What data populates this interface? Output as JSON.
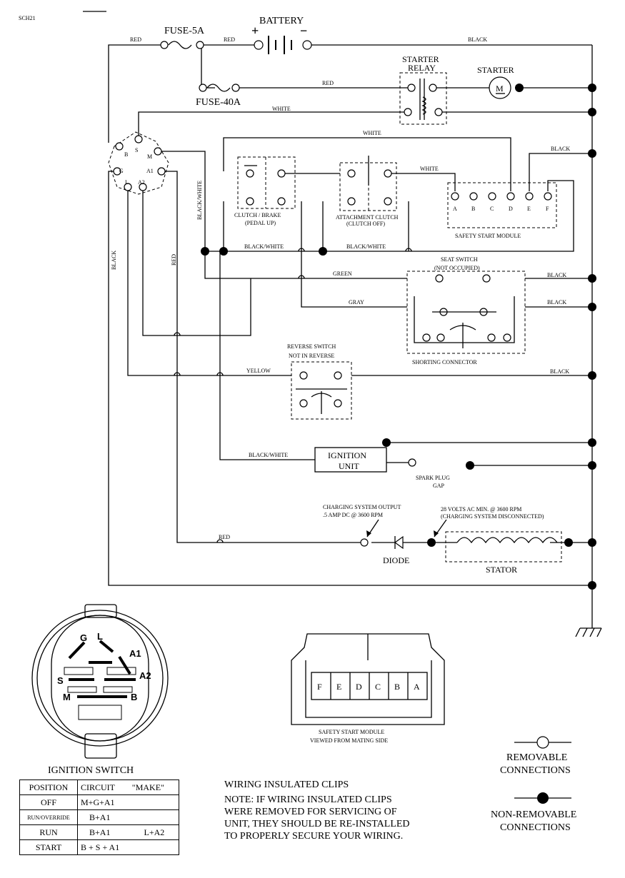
{
  "code": "SCH21",
  "components": {
    "fuse_5a": "FUSE-5A",
    "fuse_40a": "FUSE-40A",
    "battery": "BATTERY",
    "battery_plus": "+",
    "battery_minus": "−",
    "starter_relay": [
      "STARTER",
      "RELAY"
    ],
    "starter": "STARTER",
    "motor_symbol": "M",
    "ign_terminals": [
      "B",
      "S",
      "M",
      "G",
      "L",
      "A2",
      "A1"
    ],
    "clutch_brake": [
      "CLUTCH / BRAKE",
      "(PEDAL UP)"
    ],
    "attachment_clutch": [
      "ATTACHMENT CLUTCH",
      "(CLUTCH OFF)"
    ],
    "safety_start_module": "SAFETY START MODULE",
    "module_terminals": [
      "A",
      "B",
      "C",
      "D",
      "E",
      "F"
    ],
    "seat_switch": [
      "SEAT SWITCH",
      "(NOT OCCUPIED)"
    ],
    "shorting_connector": "SHORTING CONNECTOR",
    "reverse_switch": [
      "REVERSE SWITCH",
      "NOT IN REVERSE"
    ],
    "ignition_unit": [
      "IGNITION",
      "UNIT"
    ],
    "spark_plug": [
      "SPARK PLUG",
      "GAP"
    ],
    "charging_output": [
      "CHARGING SYSTEM OUTPUT",
      ".5 AMP DC @ 3600 RPM"
    ],
    "charging_volts": [
      "28 VOLTS AC MIN. @ 3600 RPM",
      "(CHARGING SYSTEM DISCONNECTED)"
    ],
    "diode": "DIODE",
    "stator": "STATOR"
  },
  "wire_labels": {
    "red": "RED",
    "black": "BLACK",
    "white": "WHITE",
    "black_white": "BLACK/WHITE",
    "green": "GREEN",
    "gray": "GRAY",
    "yellow": "YELLOW"
  },
  "ignition_switch_diagram": {
    "title": "IGNITION SWITCH",
    "letters": [
      "G",
      "L",
      "A1",
      "S",
      "A2",
      "M",
      "B"
    ]
  },
  "module_connector": {
    "pins": [
      "F",
      "E",
      "D",
      "C",
      "B",
      "A"
    ],
    "caption": [
      "SAFETY START MODULE",
      "VIEWED FROM MATING SIDE"
    ]
  },
  "ignition_table": {
    "headers": [
      "POSITION",
      "CIRCUIT",
      "\"MAKE\""
    ],
    "rows": [
      {
        "position": "OFF",
        "circuit": "M+G+A1",
        "make": ""
      },
      {
        "position": "RUN/OVERRIDE",
        "circuit": "B+A1",
        "make": ""
      },
      {
        "position": "RUN",
        "circuit": "B+A1",
        "make": "L+A2"
      },
      {
        "position": "START",
        "circuit": "B + S + A1",
        "make": ""
      }
    ]
  },
  "notes": {
    "title": "WIRING INSULATED CLIPS",
    "lines": [
      "NOTE:  IF WIRING INSULATED CLIPS",
      "WERE REMOVED FOR SERVICING OF",
      "UNIT, THEY SHOULD BE RE-INSTALLED",
      "TO PROPERLY SECURE YOUR WIRING."
    ]
  },
  "legend": {
    "removable": [
      "REMOVABLE",
      "CONNECTIONS"
    ],
    "non_removable": [
      "NON-REMOVABLE",
      "CONNECTIONS"
    ]
  }
}
